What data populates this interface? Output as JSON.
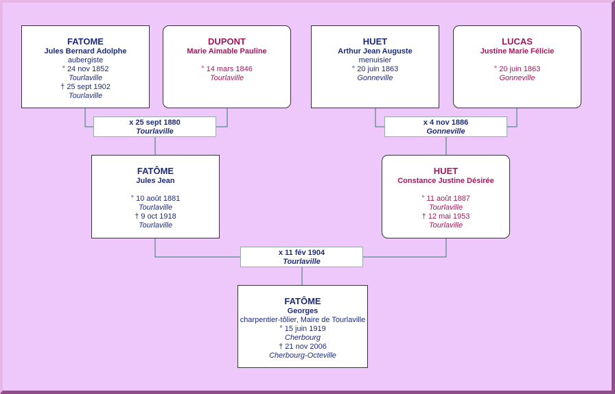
{
  "people": {
    "p1": {
      "surname": "FATOME",
      "given": "Jules Bernard Adolphe",
      "occupation": "aubergiste",
      "birth": "° 24 nov 1852",
      "birth_place": "Tourlaville",
      "death": "† 25 sept 1902",
      "death_place": "Tourlaville"
    },
    "p2": {
      "surname": "DUPONT",
      "given": "Marie Aimable Pauline",
      "birth": "° 14 mars 1846",
      "birth_place": "Tourlaville"
    },
    "p3": {
      "surname": "HUET",
      "given": "Arthur Jean Auguste",
      "occupation": "menuisier",
      "birth": "° 20 juin 1863",
      "birth_place": "Gonneville"
    },
    "p4": {
      "surname": "LUCAS",
      "given": "Justine Marie Félicie",
      "birth": "° 20 juin 1863",
      "birth_place": "Gonneville"
    },
    "p5": {
      "surname": "FATÔME",
      "given": "Jules Jean",
      "birth": "° 10 août 1881",
      "birth_place": "Tourlaville",
      "death": "† 9 oct 1918",
      "death_place": "Tourlaville"
    },
    "p6": {
      "surname": "HUET",
      "given": "Constance Justine Désirée",
      "birth": "° 11 août 1887",
      "birth_place": "Tourlaville",
      "death": "† 12 mai 1953",
      "death_place": "Tourlaville"
    },
    "p7": {
      "surname": "FATÔME",
      "given": "Georges",
      "occupation": "charpentier-tôlier, Maire de Tourlaville",
      "birth": "° 15 juin 1919",
      "birth_place": "Cherbourg",
      "death": "† 21 nov 2006",
      "death_place": "Cherbourg-Octeville"
    }
  },
  "marriages": {
    "m1": {
      "date": "x 25 sept 1880",
      "place": "Tourlaville"
    },
    "m2": {
      "date": "x 4 nov 1886",
      "place": "Gonneville"
    },
    "m3": {
      "date": "x 11 fév 1904",
      "place": "Tourlaville"
    }
  },
  "colors": {
    "background": "#efc8fb",
    "male_text": "#1c2a7a",
    "female_text": "#a4165c",
    "connector": "#2e7d6e"
  }
}
